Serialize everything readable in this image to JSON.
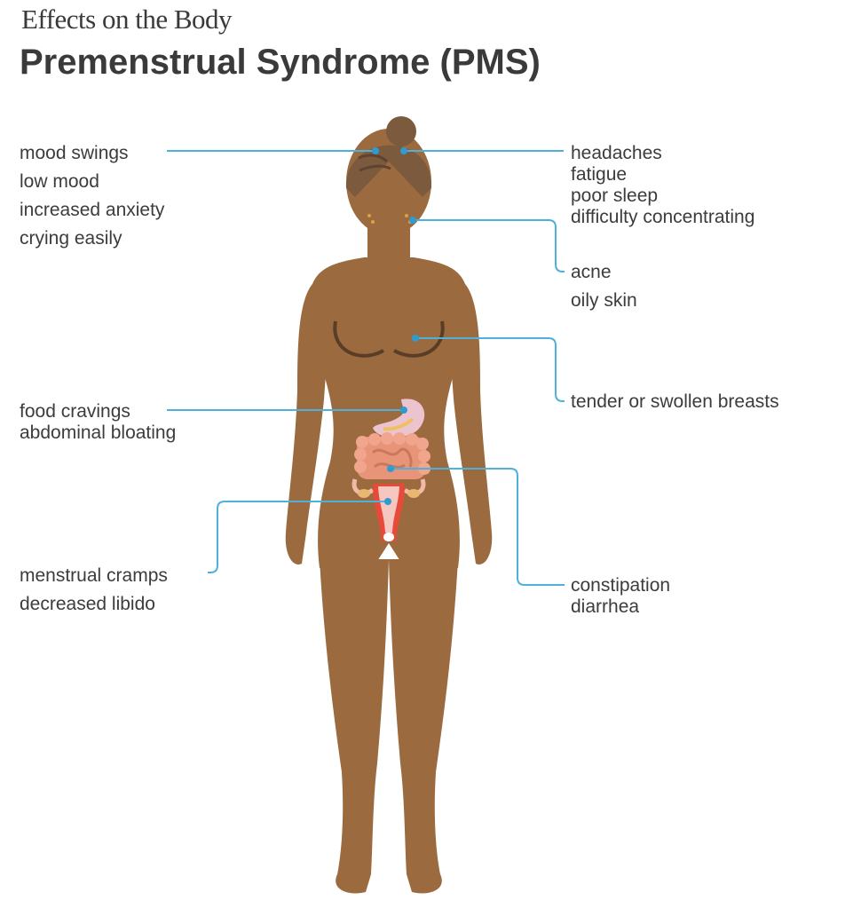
{
  "header": {
    "supertitle": "Effects on the Body",
    "title": "Premenstrual Syndrome (PMS)"
  },
  "colors": {
    "skin": "#9b6b3f",
    "hair": "#7b5a3d",
    "leader_line": "#4fb0dc",
    "text": "#3c3c3c"
  },
  "symptoms": {
    "head_left": [
      "mood swings",
      "low mood",
      "increased anxiety",
      "crying easily"
    ],
    "head_right": [
      "headaches",
      "fatigue",
      "poor sleep",
      "difficulty concentrating"
    ],
    "skin": [
      "acne",
      "oily skin"
    ],
    "breasts": [
      "tender or swollen breasts"
    ],
    "stomach": [
      "food cravings",
      "abdominal bloating"
    ],
    "bowel": [
      "constipation",
      "diarrhea"
    ],
    "uterus": [
      "menstrual cramps",
      "decreased libido"
    ]
  }
}
